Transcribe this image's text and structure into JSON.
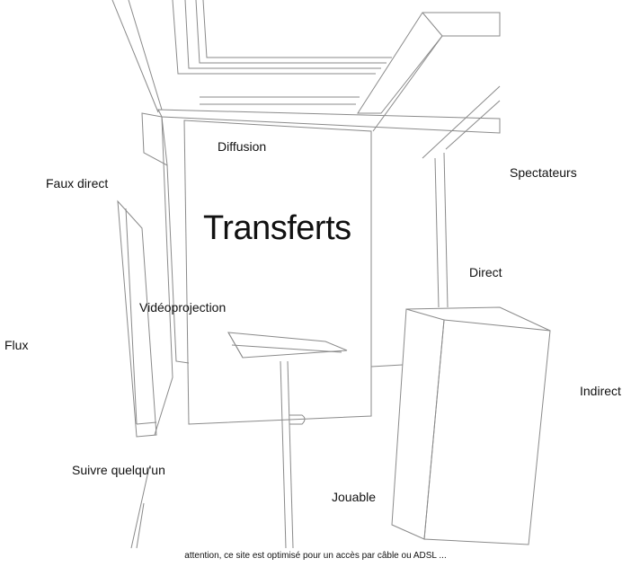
{
  "title": "Transferts",
  "nav": {
    "diffusion": "Diffusion",
    "spectateurs": "Spectateurs",
    "faux_direct": "Faux direct",
    "direct": "Direct",
    "videoprojection": "Vidéoprojection",
    "flux": "Flux",
    "indirect": "Indirect",
    "suivre": "Suivre quelqu'un",
    "jouable": "Jouable"
  },
  "footer": {
    "notice": "attention, ce site est optimisé pour un accès par câble ou ADSL ..."
  },
  "colors": {
    "line": "#8a8a8a",
    "text": "#111111",
    "background": "#ffffff"
  }
}
